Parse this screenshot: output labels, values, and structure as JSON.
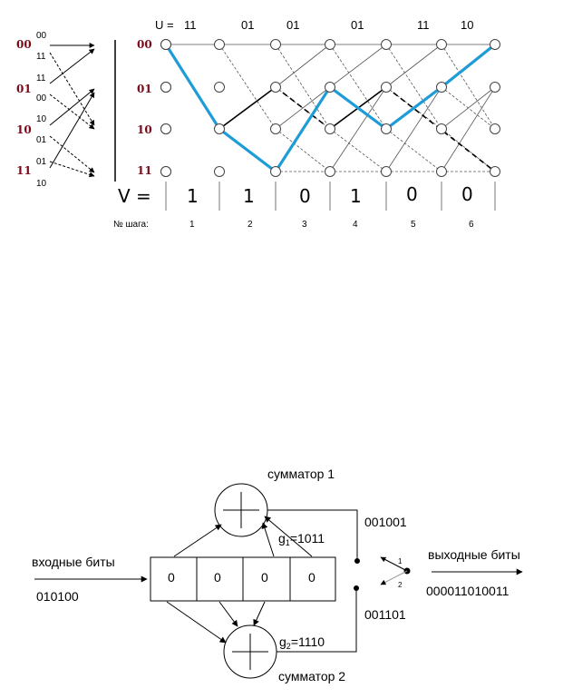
{
  "trellis": {
    "states": [
      "00",
      "01",
      "10",
      "11"
    ],
    "u_prefix": "U =",
    "u_codes": [
      "11",
      "01",
      "01",
      "01",
      "11",
      "10"
    ],
    "v_prefix": "V =",
    "v_bits": [
      "1",
      "1",
      "0",
      "1",
      "0",
      "0"
    ],
    "step_label": "№ шага:",
    "steps": [
      "1",
      "2",
      "3",
      "4",
      "5",
      "6"
    ],
    "transition_labels": [
      "00",
      "11",
      "11",
      "00",
      "10",
      "01",
      "01",
      "10"
    ],
    "path_color": "#1e9cd7"
  },
  "encoder": {
    "adder1_label": "сумматор 1",
    "adder2_label": "сумматор 2",
    "g1_prefix": "g",
    "g1_sub": "1",
    "g1_value": "=1011",
    "g2_prefix": "g",
    "g2_sub": "2",
    "g2_value": "=1110",
    "register": [
      "0",
      "0",
      "0",
      "0"
    ],
    "input_label": "входные биты",
    "input_bits": "010100",
    "output_label": "выходные биты",
    "output_bits": "000011010011",
    "out1_bits": "001001",
    "out2_bits": "001101",
    "switch_1": "1",
    "switch_2": "2"
  }
}
